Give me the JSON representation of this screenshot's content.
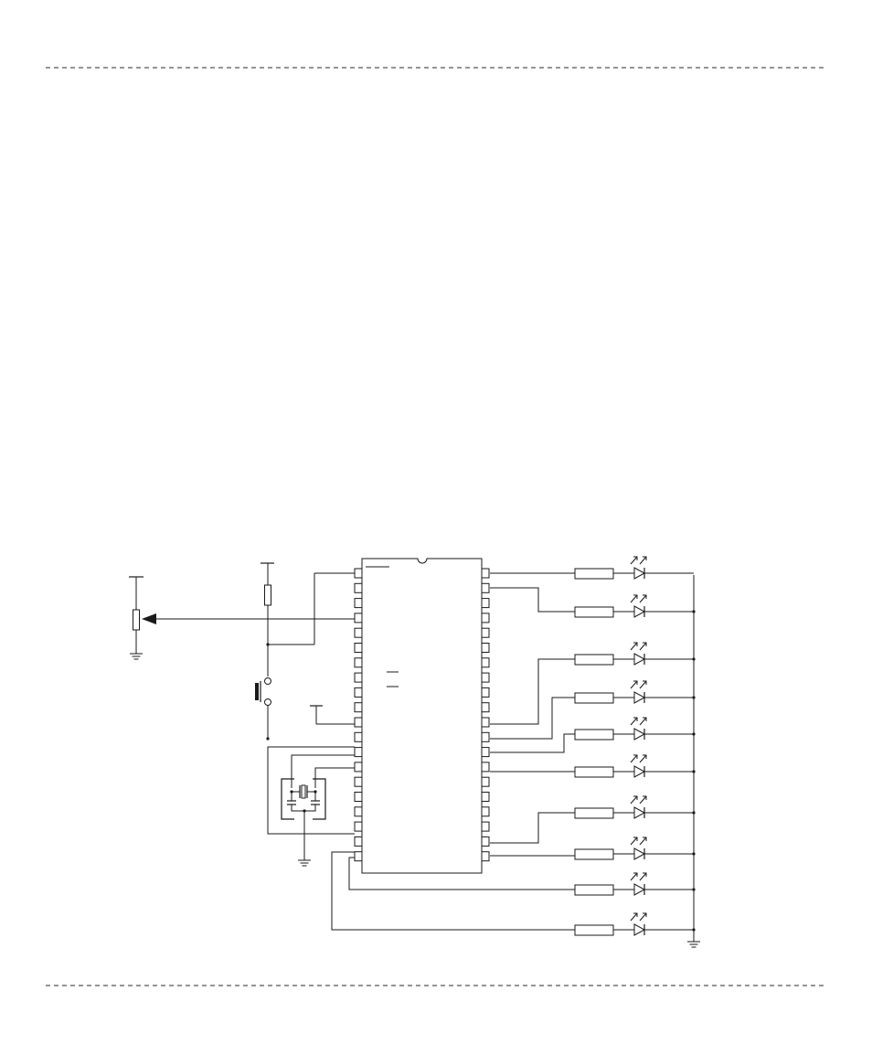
{
  "diagram": {
    "type": "schematic",
    "components": {
      "microcontroller": {
        "pins_per_side": 20
      },
      "led_count": 10,
      "resistor_count": 11,
      "ground_symbols": 3
    },
    "colors": {
      "line": "#1a1a1a",
      "separator": "#555555",
      "background": "#ffffff"
    }
  }
}
